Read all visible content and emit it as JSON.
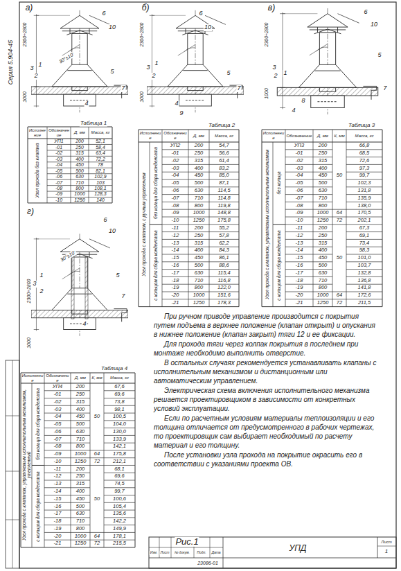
{
  "diagram": {
    "labels": [
      "а)",
      "б)",
      "в)",
      "г)",
      "6",
      "10",
      "1",
      "3",
      "2",
      "5",
      "7",
      "4",
      "6",
      "10",
      "1",
      "3",
      "2",
      "5",
      "7",
      "4",
      "9",
      "6",
      "10",
      "5",
      "3",
      "2",
      "1",
      "8",
      "4",
      "7",
      "6",
      "10",
      "1",
      "3",
      "2",
      "5",
      "7",
      "4",
      "2300÷2800",
      "1000",
      "30°±10'",
      "2300÷2800",
      "1000",
      "2300÷2800",
      "1000",
      "2300÷2800",
      "1000",
      "30°±10'",
      "Серия 5.904-45",
      "Рис.1",
      "УПД",
      "Лист",
      "1",
      "23086-01",
      "Изм.",
      "Лист",
      "№ докум.",
      "Подп.",
      "Дата",
      "При ручном приводе управление производится с покрытия путем подъема в верхнее положение (клапан открыт) и опускания в нижнее положение (клапан закрыт) тяги 12 и ее фиксации.",
      "Для прохода тяги через колпак покрытия в последнем при монтаже необходимо выполнить отверстие.",
      "В остальных случаях рекомендуется устанавливать клапаны с исполнительным механизмом и дистанционным или автоматическим управлением.",
      "Электрическая схема включения исполнительного механизма решается проектировщиком в зависимости от конкретных условий эксплуатации.",
      "Если по расчетным условиям материалы теплоизоляции и его толщина отличается от предусмотренного в рабочих чертежах, то проектировщик сам выбирает необходимый по расчету материал и его толщину.",
      "После установки узла прохода на покрытие окрасить его в соответствии с указаниями проекта ОВ.",
      "Таблица 1",
      "Исполнение",
      "Обозначение",
      "Д, мм",
      "Масса, кг",
      "Узел прохода без клапана",
      "УП1",
      "200",
      "52,1",
      "-01",
      "250",
      "58,4",
      "-02",
      "315",
      "63,4",
      "-03",
      "400",
      "72,2",
      "-04",
      "450",
      "78",
      "-05",
      "500",
      "82,1",
      "-06",
      "630",
      "102,9",
      "-07",
      "710",
      "103",
      "-08",
      "800",
      "108,1",
      "-09",
      "1000",
      "128,3",
      "-10",
      "1250",
      "140",
      "Таблица 2",
      "Исполнение",
      "Обозначение",
      "Д, мм",
      "Масса, кг",
      "Узел прохода с клапаном, с ручным управлением",
      "без кольца для сбора конденсата",
      "с кольцом для сбора конденсата",
      "УП2",
      "200",
      "54,7",
      "-01",
      "250",
      "56,6",
      "-02",
      "315",
      "61,4",
      "-03",
      "400",
      "83,2",
      "-04",
      "450",
      "85,0",
      "-05",
      "500",
      "87,1",
      "-06",
      "630",
      "114,5",
      "-07",
      "710",
      "114,8",
      "-08",
      "800",
      "119,8",
      "-09",
      "1000",
      "148,8",
      "-10",
      "1250",
      "175,8",
      "-11",
      "200",
      "55,2",
      "-12",
      "250",
      "57,8",
      "-13",
      "315",
      "62,2",
      "-14",
      "400",
      "84,3",
      "-15",
      "450",
      "86,1",
      "-16",
      "500",
      "88,6",
      "-17",
      "630",
      "115,4",
      "-18",
      "710",
      "116,8",
      "-19",
      "800",
      "122,0",
      "-20",
      "1000",
      "151,6",
      "-21",
      "1250",
      "178,3",
      "Таблица 3",
      "Исполнение",
      "Обозначение",
      "Д, мм",
      "К, мм",
      "Масса, кг",
      "Узел прохода с клапаном, управляемым исполнительным механизмом",
      "без кольца",
      "с кольцом для сбора конденсата",
      "УП3",
      "200",
      "66,8",
      "-01",
      "250",
      "68,5",
      "-02",
      "315",
      "72,6",
      "-03",
      "400",
      "97,3",
      "-04",
      "450",
      "99,7",
      "-05",
      "500",
      "102,3",
      "-06",
      "630",
      "131,8",
      "-07",
      "710",
      "135,9",
      "-08",
      "800",
      "138,0",
      "-09",
      "1000",
      "170,5",
      "-10",
      "1250",
      "202,1",
      "-11",
      "200",
      "67,3",
      "-12",
      "250",
      "69,1",
      "-13",
      "315",
      "73,4",
      "-14",
      "400",
      "98,3",
      "-15",
      "450",
      "101,0",
      "-16",
      "500",
      "103,7",
      "-17",
      "630",
      "132,8",
      "-18",
      "710",
      "136,8",
      "-19",
      "800",
      "141,8",
      "-20",
      "1000",
      "172,6",
      "-21",
      "1250",
      "211,5",
      "50",
      "64",
      "72",
      "50",
      "64",
      "72",
      "Таблица 4",
      "Исполнение",
      "Обозначение",
      "Д, мм",
      "К, мм",
      "Масса, кг",
      "Узел прохода с клапаном, управляемым исполнительным механизмом, утепленный",
      "без кольца для сбора конденсата",
      "с кольцом для сбора конденсата",
      "УП4",
      "200",
      "67,6",
      "-01",
      "250",
      "69,6",
      "-02",
      "315",
      "73,8",
      "-03",
      "400",
      "98,1",
      "-04",
      "450",
      "100,5",
      "-05",
      "500",
      "104,0",
      "-06",
      "630",
      "130,0",
      "-07",
      "710",
      "133,9",
      "-08",
      "800",
      "142,1",
      "-09",
      "1000",
      "175,8",
      "-10",
      "1250",
      "212,1",
      "-11",
      "200",
      "68,1",
      "-12",
      "250",
      "69,6",
      "-13",
      "315",
      "74,5",
      "-14",
      "400",
      "99,7",
      "-15",
      "450",
      "100,6",
      "-16",
      "500",
      "105,4",
      "-17",
      "630",
      "135,6",
      "-18",
      "710",
      "142,2",
      "-19",
      "800",
      "149,9",
      "-20",
      "1000",
      "178,1",
      "-21",
      "1250",
      "215,5",
      "50",
      "64",
      "72",
      "50",
      "64",
      "72"
    ]
  }
}
